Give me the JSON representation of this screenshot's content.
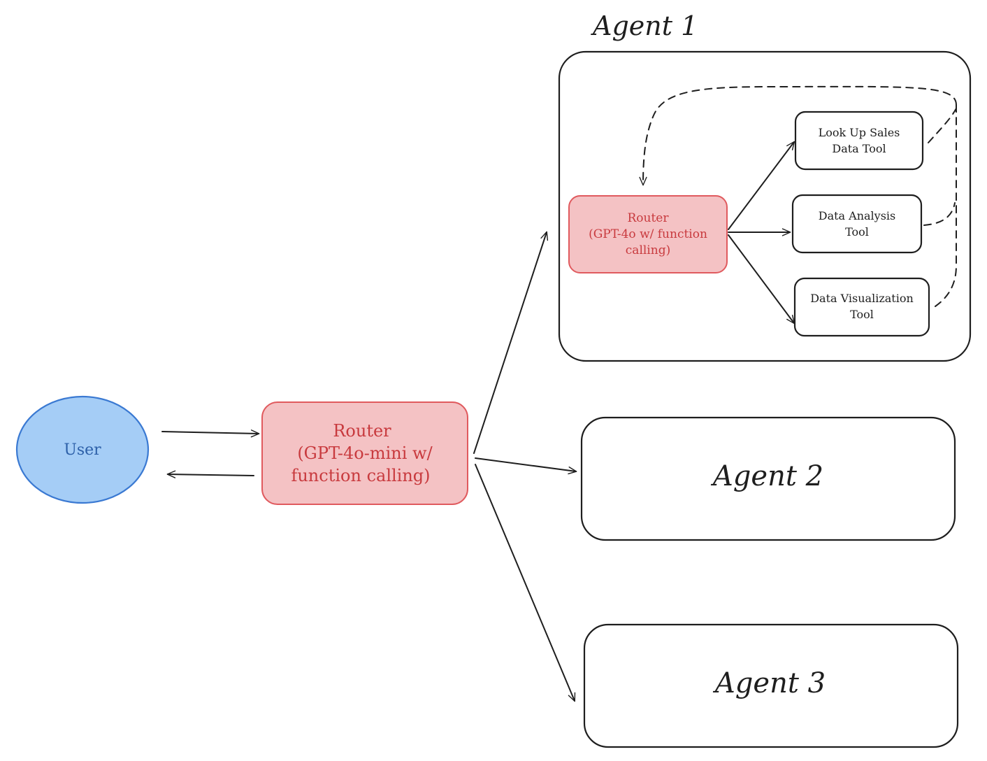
{
  "nodes": {
    "user": {
      "label": "User"
    },
    "main_router": {
      "line1": "Router",
      "line2": "(GPT-4o-mini w/",
      "line3": "function calling)"
    },
    "agent1": {
      "title": "Agent 1"
    },
    "agent1_router": {
      "line1": "Router",
      "line2": "(GPT-4o w/ function",
      "line3": "calling)"
    },
    "tool_sales": {
      "line1": "Look Up Sales",
      "line2": "Data Tool"
    },
    "tool_analysis": {
      "line1": "Data Analysis",
      "line2": "Tool"
    },
    "tool_viz": {
      "line1": "Data Visualization",
      "line2": "Tool"
    },
    "agent2": {
      "label": "Agent 2"
    },
    "agent3": {
      "label": "Agent 3"
    }
  },
  "colors": {
    "router_fill": "#f4c2c4",
    "router_stroke": "#e05a5e",
    "router_text": "#c83a3e",
    "user_fill": "#a5cdf6",
    "user_stroke": "#3a79d2",
    "user_text": "#2c5fa8",
    "ink": "#1e1e1e"
  }
}
